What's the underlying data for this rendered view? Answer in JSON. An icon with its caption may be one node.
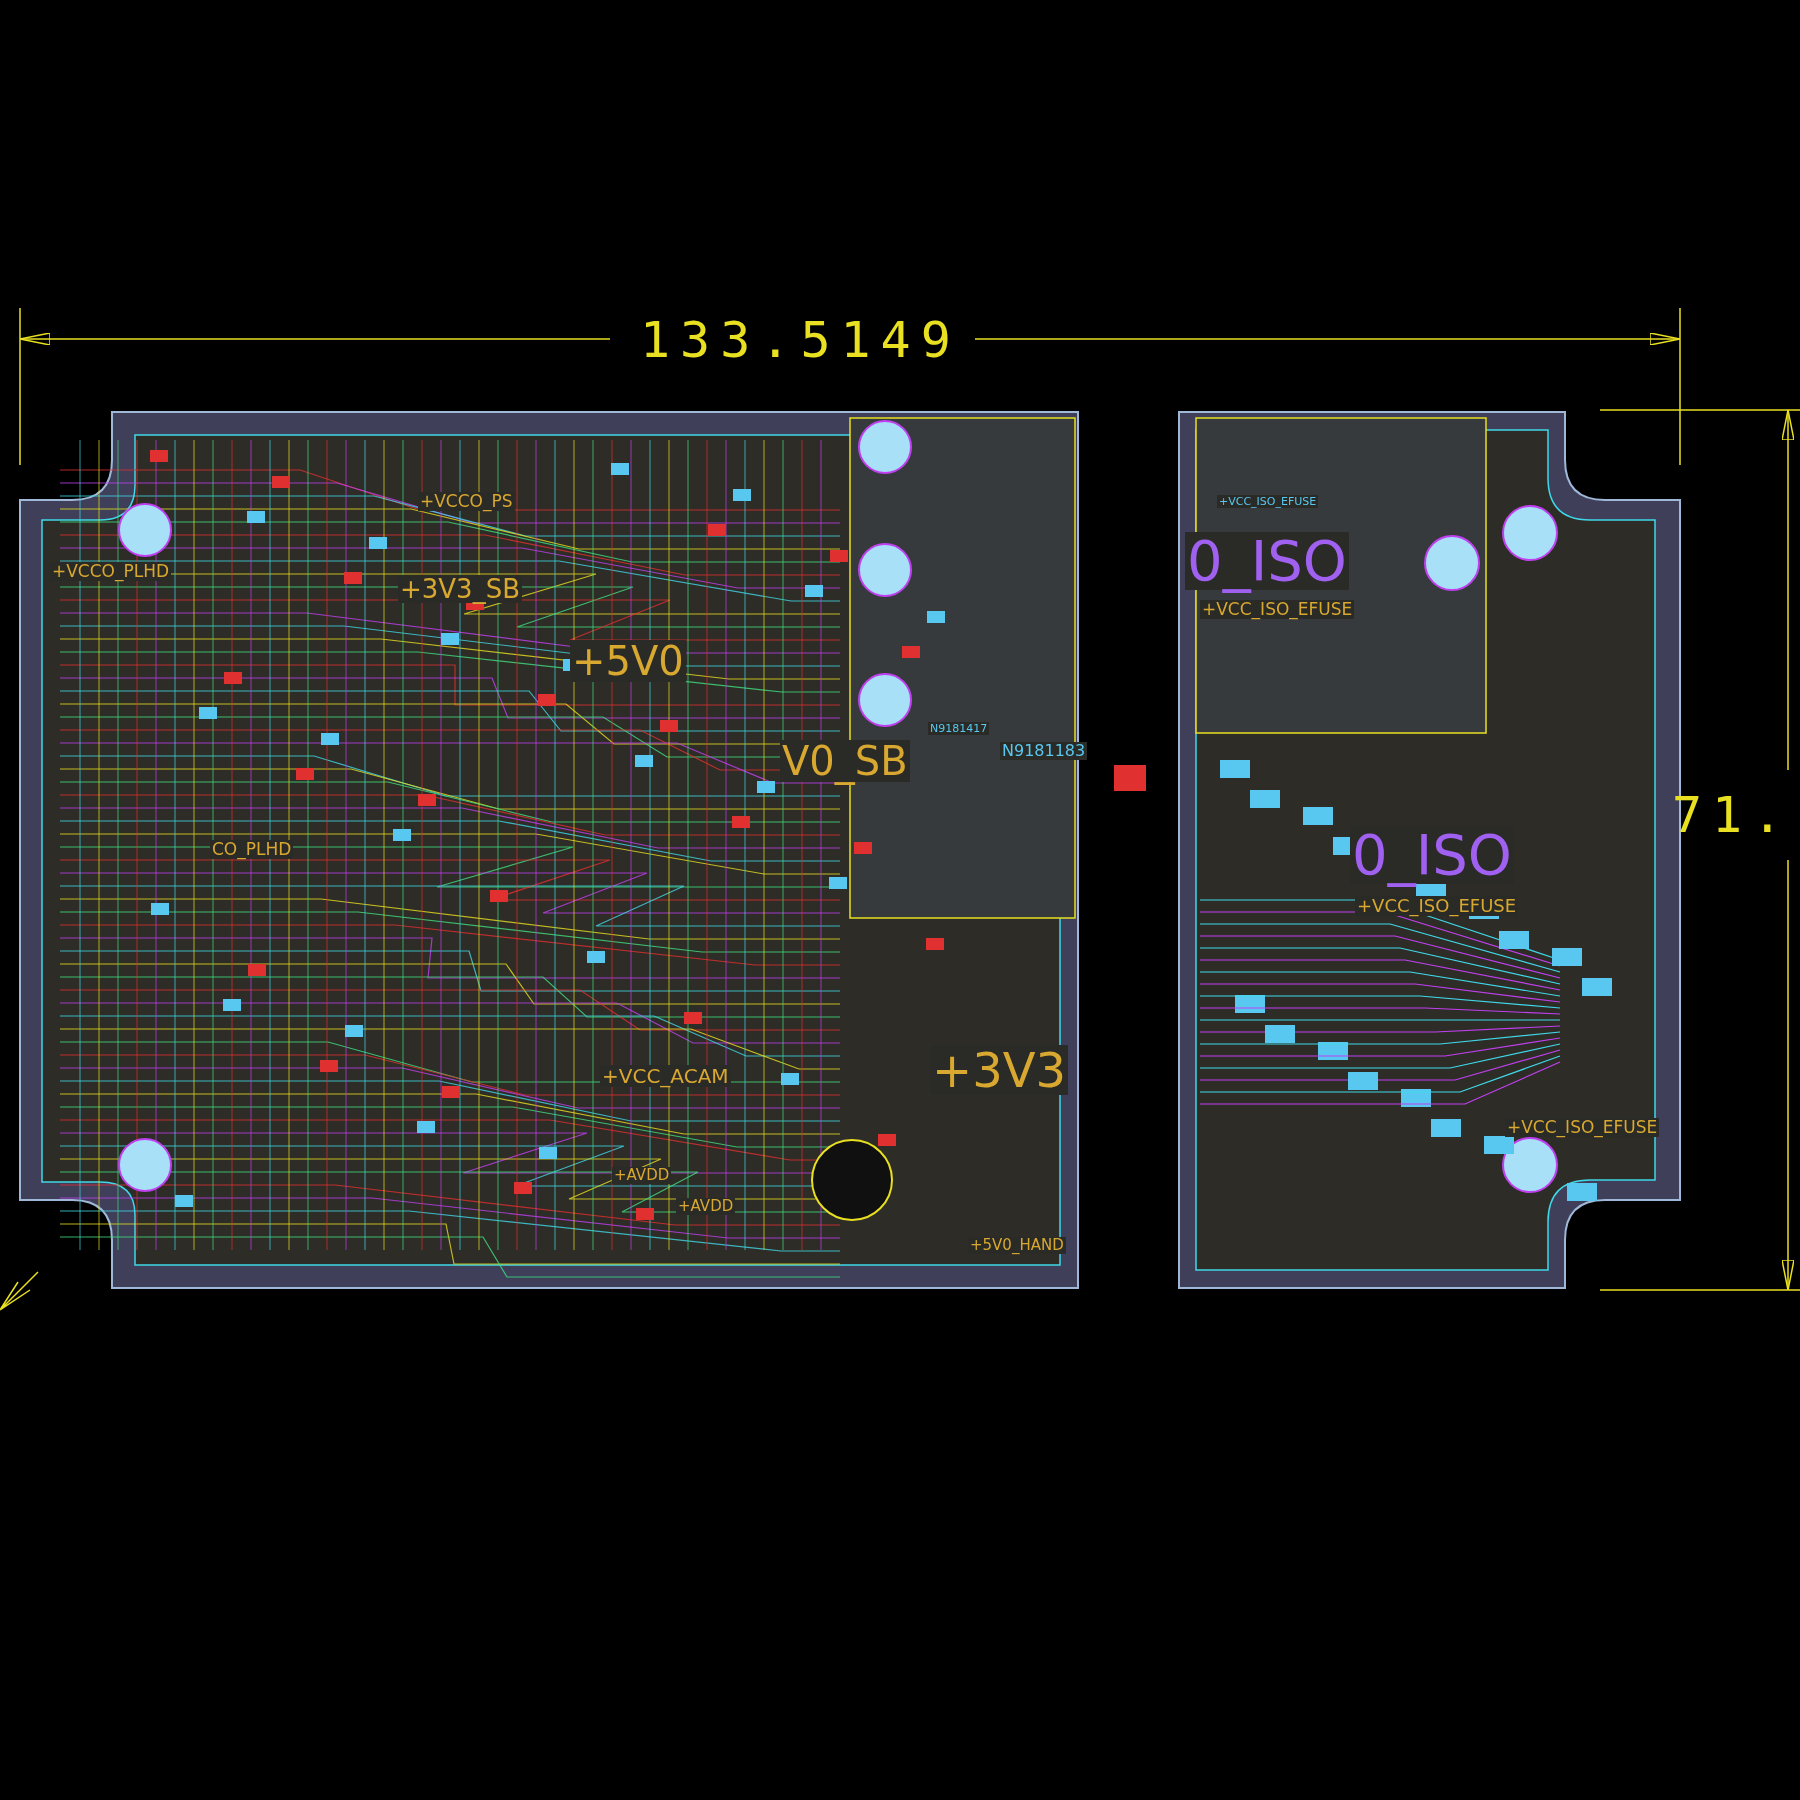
{
  "diagram": {
    "labels": [
      "133.5149",
      "+VCCO_PS",
      "+VCC_ISO_EFUSE",
      "0_ISO",
      "+VCC_ISO_EFUSE",
      "+VCCO_PLHD",
      "+3V3_SB",
      "+5V0",
      "N9181417",
      "V0_SB",
      "N9181183",
      "71.",
      "+VCC_ISO_EFUSE",
      "0_ISO",
      "CO_PLHD",
      "+VCC_ACAM",
      "+3V3",
      "+VCC_ISO_EFUSE",
      "+AVDD",
      "+AVDD",
      "+5V0_HAND"
    ]
  }
}
